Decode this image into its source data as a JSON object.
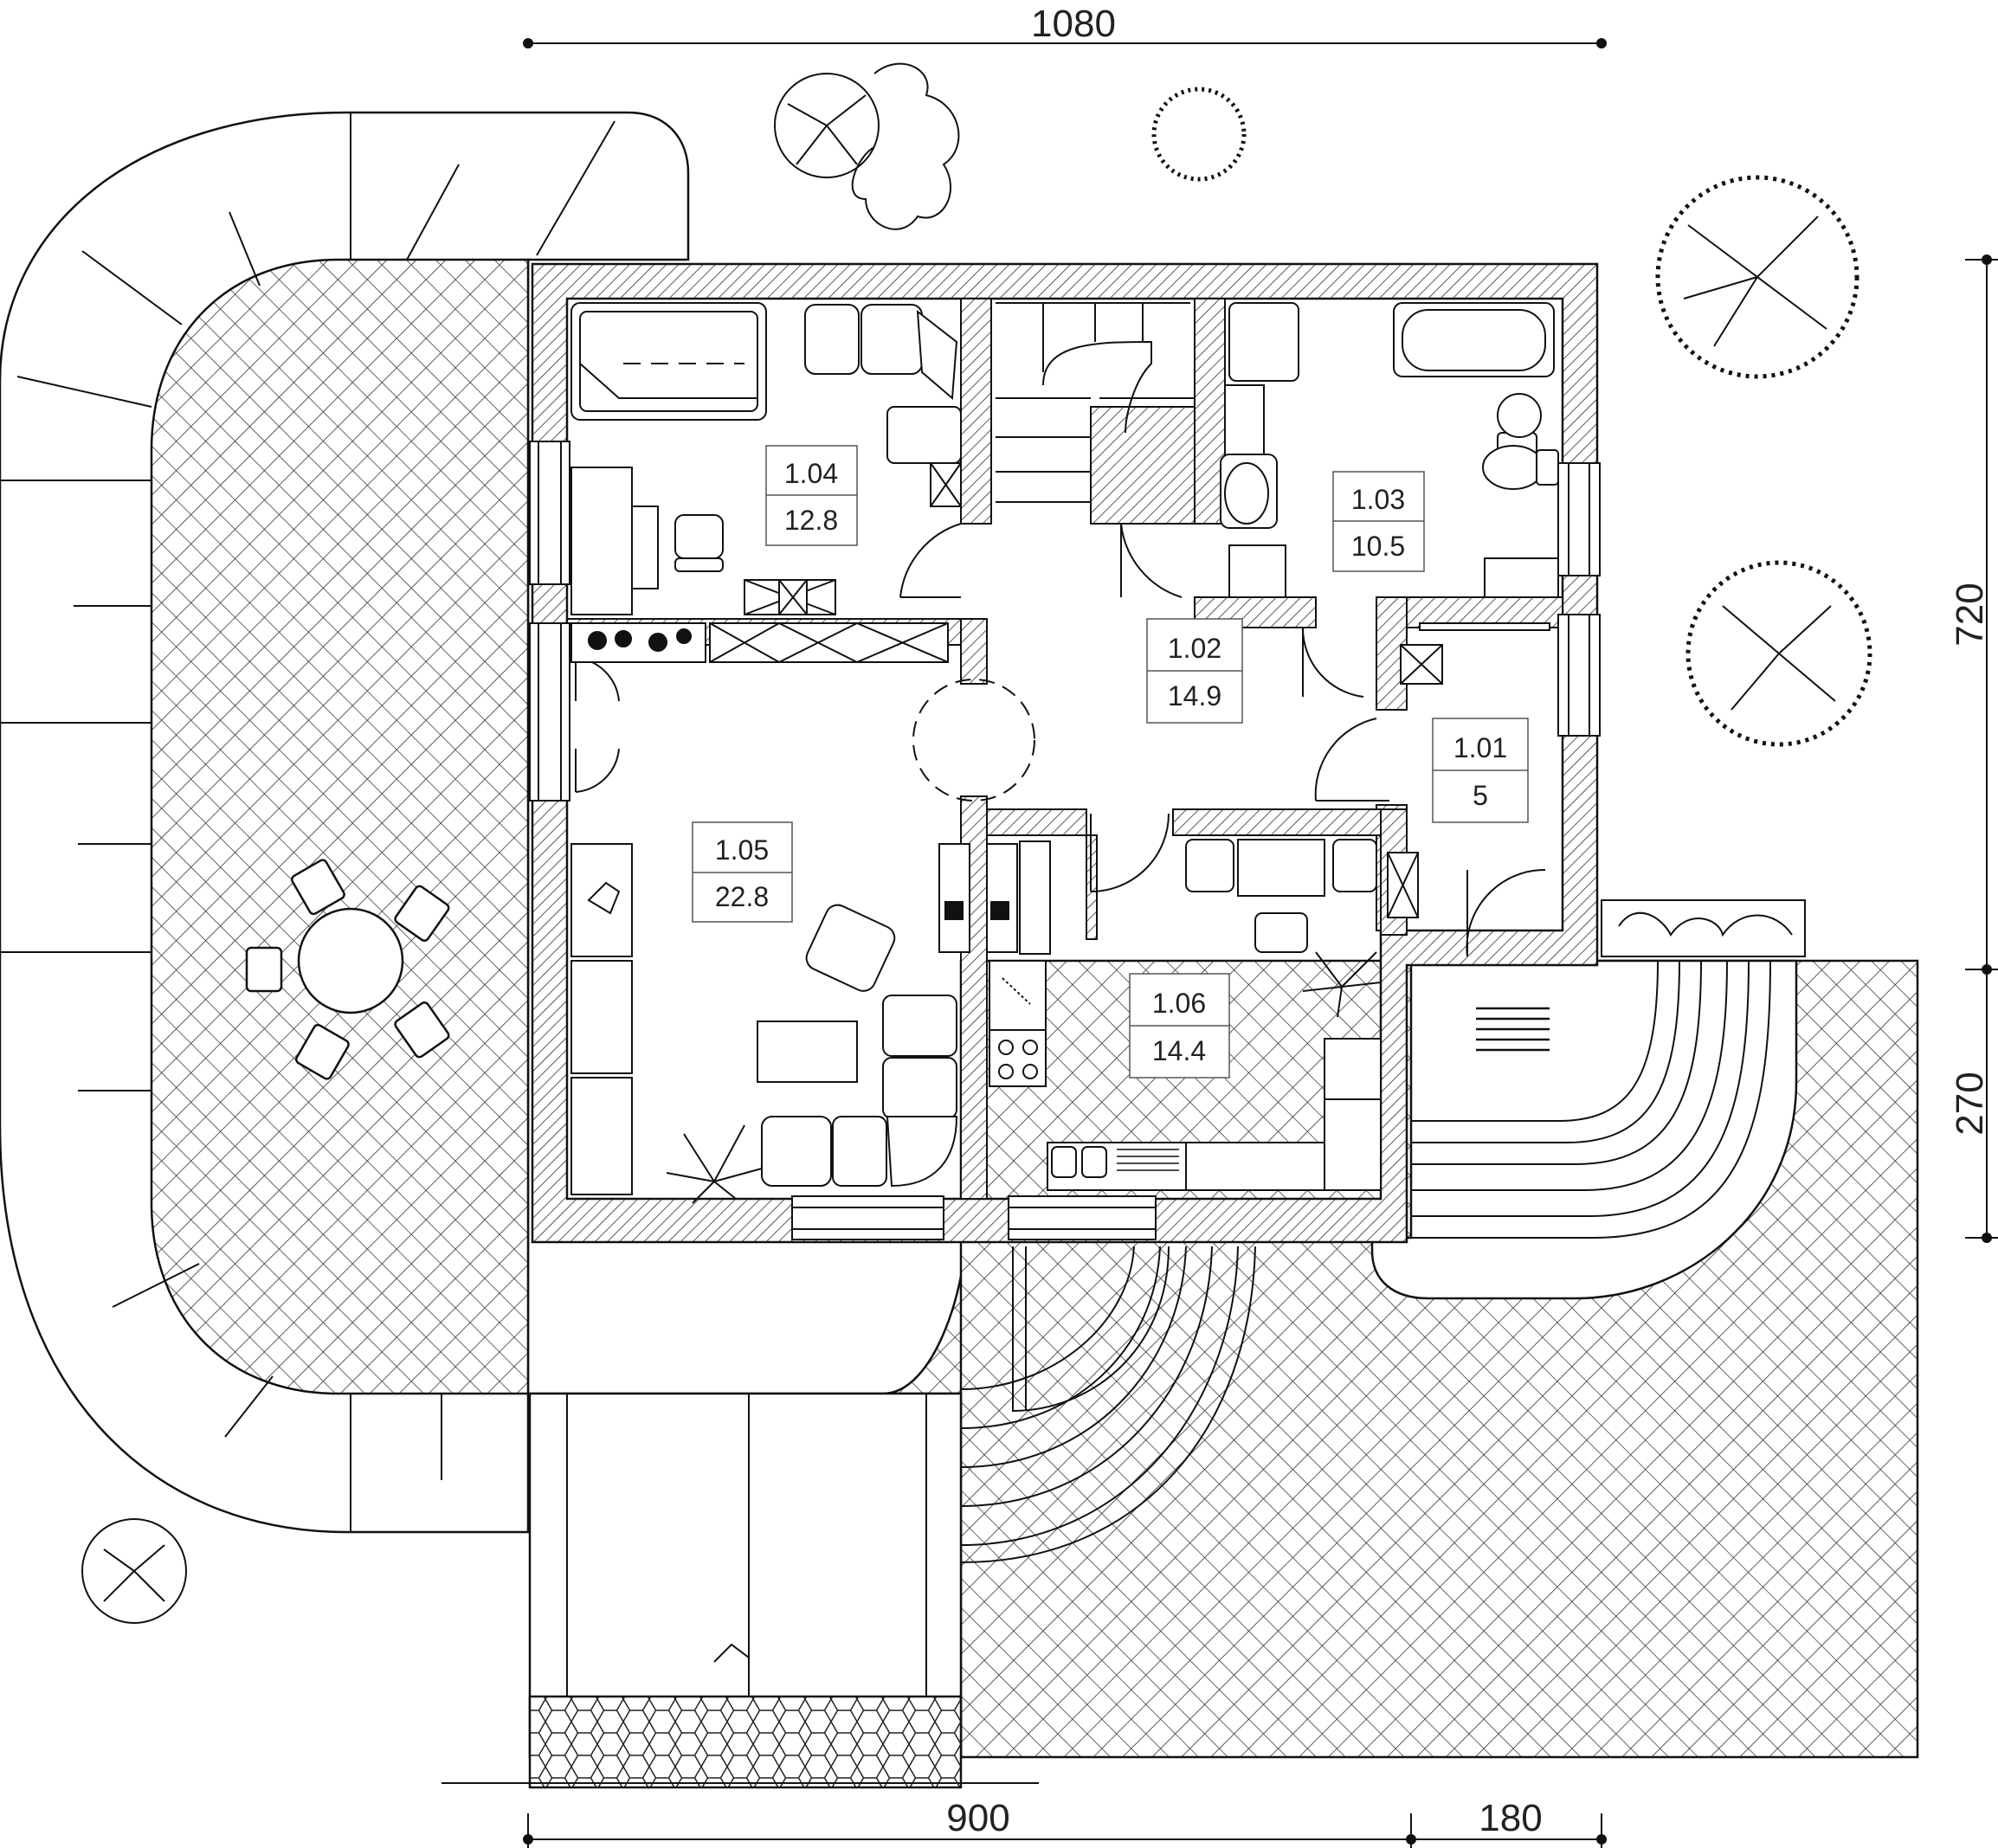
{
  "dimensions": {
    "top_width": "1080",
    "right_upper": "720",
    "right_lower": "270",
    "bottom_left": "900",
    "bottom_right": "180"
  },
  "rooms": [
    {
      "id": "1.01",
      "area": "5"
    },
    {
      "id": "1.02",
      "area": "14.9"
    },
    {
      "id": "1.03",
      "area": "10.5"
    },
    {
      "id": "1.04",
      "area": "12.8"
    },
    {
      "id": "1.05",
      "area": "22.8"
    },
    {
      "id": "1.06",
      "area": "14.4"
    }
  ],
  "colors": {
    "line": "#111111",
    "hatch": "#333333",
    "background": "#ffffff"
  },
  "icons": [
    "tree-icon",
    "shrub-icon",
    "plant-icon",
    "bathtub-icon",
    "toilet-icon",
    "sink-icon",
    "stove-icon",
    "sofa-icon",
    "bed-icon",
    "table-icon",
    "chair-icon",
    "staircase-icon"
  ]
}
